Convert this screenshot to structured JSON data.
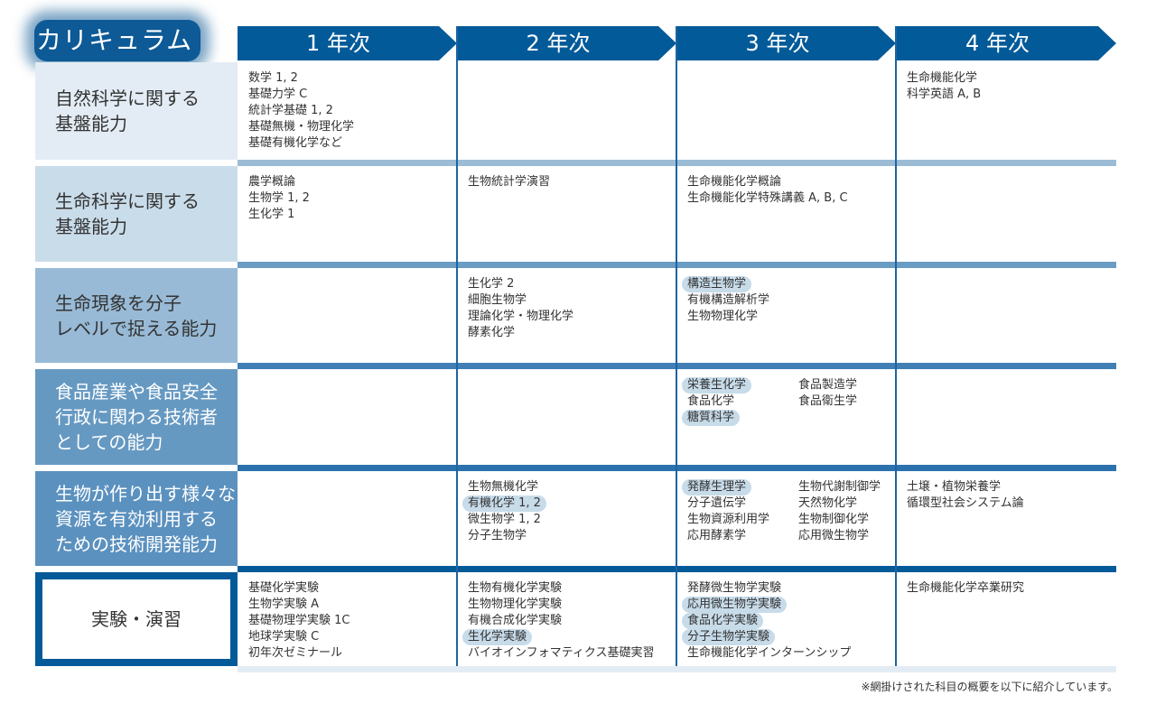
{
  "title": "カリキュラム",
  "years": [
    "1 年次",
    "2 年次",
    "3 年次",
    "4 年次"
  ],
  "rows": [
    {
      "label": "自然科学に関する\n基盤能力",
      "cells": [
        {
          "items": [
            {
              "t": "数学 1, 2"
            },
            {
              "t": "基礎力学 C"
            },
            {
              "t": "統計学基礎 1, 2"
            },
            {
              "t": "基礎無機・物理化学"
            },
            {
              "t": "基礎有機化学など"
            }
          ]
        },
        {
          "items": []
        },
        {
          "items": []
        },
        {
          "items": [
            {
              "t": "生命機能化学"
            },
            {
              "t": "科学英語 A, B"
            }
          ]
        }
      ]
    },
    {
      "label": "生命科学に関する\n基盤能力",
      "cells": [
        {
          "items": [
            {
              "t": "農学概論"
            },
            {
              "t": "生物学 1, 2"
            },
            {
              "t": "生化学 1"
            }
          ]
        },
        {
          "items": [
            {
              "t": "生物統計学演習"
            }
          ]
        },
        {
          "items": [
            {
              "t": "生命機能化学概論"
            },
            {
              "t": "生命機能化学特殊講義 A, B, C"
            }
          ]
        },
        {
          "items": []
        }
      ]
    },
    {
      "label": "生命現象を分子\nレベルで捉える能力",
      "cells": [
        {
          "items": []
        },
        {
          "items": [
            {
              "t": "生化学 2"
            },
            {
              "t": "細胞生物学"
            },
            {
              "t": "理論化学・物理化学"
            },
            {
              "t": "酵素化学"
            }
          ]
        },
        {
          "items": [
            {
              "t": "構造生物学",
              "hl": true
            },
            {
              "t": "有機構造解析学"
            },
            {
              "t": "生物物理化学"
            }
          ]
        },
        {
          "items": []
        }
      ]
    },
    {
      "label": "食品産業や食品安全\n行政に関わる技術者\nとしての能力",
      "cells": [
        {
          "items": []
        },
        {
          "items": []
        },
        {
          "items": [
            {
              "t": "栄養生化学",
              "hl": true
            },
            {
              "t": "食品化学"
            },
            {
              "t": "糖質科学",
              "hl": true
            }
          ],
          "items2": [
            {
              "t": "食品製造学"
            },
            {
              "t": "食品衛生学"
            }
          ]
        },
        {
          "items": []
        }
      ]
    },
    {
      "label": "生物が作り出す様々な\n資源を有効利用する\nための技術開発能力",
      "cells": [
        {
          "items": []
        },
        {
          "items": [
            {
              "t": "生物無機化学"
            },
            {
              "t": "有機化学 1, 2",
              "hl": true
            },
            {
              "t": "微生物学 1, 2"
            },
            {
              "t": "分子生物学"
            }
          ]
        },
        {
          "items": [
            {
              "t": "発酵生理学",
              "hl": true
            },
            {
              "t": "分子遺伝学"
            },
            {
              "t": "生物資源利用学"
            },
            {
              "t": "応用酵素学"
            }
          ],
          "items2": [
            {
              "t": "生物代謝制御学"
            },
            {
              "t": "天然物化学"
            },
            {
              "t": "生物制御化学"
            },
            {
              "t": "応用微生物学"
            }
          ]
        },
        {
          "items": [
            {
              "t": "土壌・植物栄養学"
            },
            {
              "t": "循環型社会システム論"
            }
          ]
        }
      ]
    },
    {
      "label": "実験・演習",
      "cells": [
        {
          "items": [
            {
              "t": "基礎化学実験"
            },
            {
              "t": "生物学実験 A"
            },
            {
              "t": "基礎物理学実験 1C"
            },
            {
              "t": "地球学実験 C"
            },
            {
              "t": "初年次ゼミナール"
            }
          ]
        },
        {
          "items": [
            {
              "t": "生物有機化学実験"
            },
            {
              "t": "生物物理化学実験"
            },
            {
              "t": "有機合成化学実験"
            },
            {
              "t": "生化学実験",
              "hl": true
            },
            {
              "t": "バイオインフォマティクス基礎実習"
            }
          ]
        },
        {
          "items": [
            {
              "t": "発酵微生物学実験"
            },
            {
              "t": "応用微生物学実験",
              "hl": true
            },
            {
              "t": "食品化学実験",
              "hl": true
            },
            {
              "t": "分子生物学実験",
              "hl": true
            },
            {
              "t": "生命機能化学インターンシップ"
            }
          ]
        },
        {
          "items": [
            {
              "t": "生命機能化学卒業研究"
            }
          ]
        }
      ]
    }
  ],
  "footnote": "※網掛けされた科目の概要を以下に紹介しています。",
  "colors": {
    "header": "#035a99",
    "row_bg": [
      "#e3ecf4",
      "#c9dcea",
      "#98bad6",
      "#6699c2",
      "#5b91bf",
      "#ffffff"
    ],
    "row_sep": [
      "#cadcea",
      "#9cbcd6",
      "#6a9cc4",
      "#3f7fb5",
      "#2b71ad",
      "#035a99"
    ],
    "highlight": "#c7dbe9"
  }
}
